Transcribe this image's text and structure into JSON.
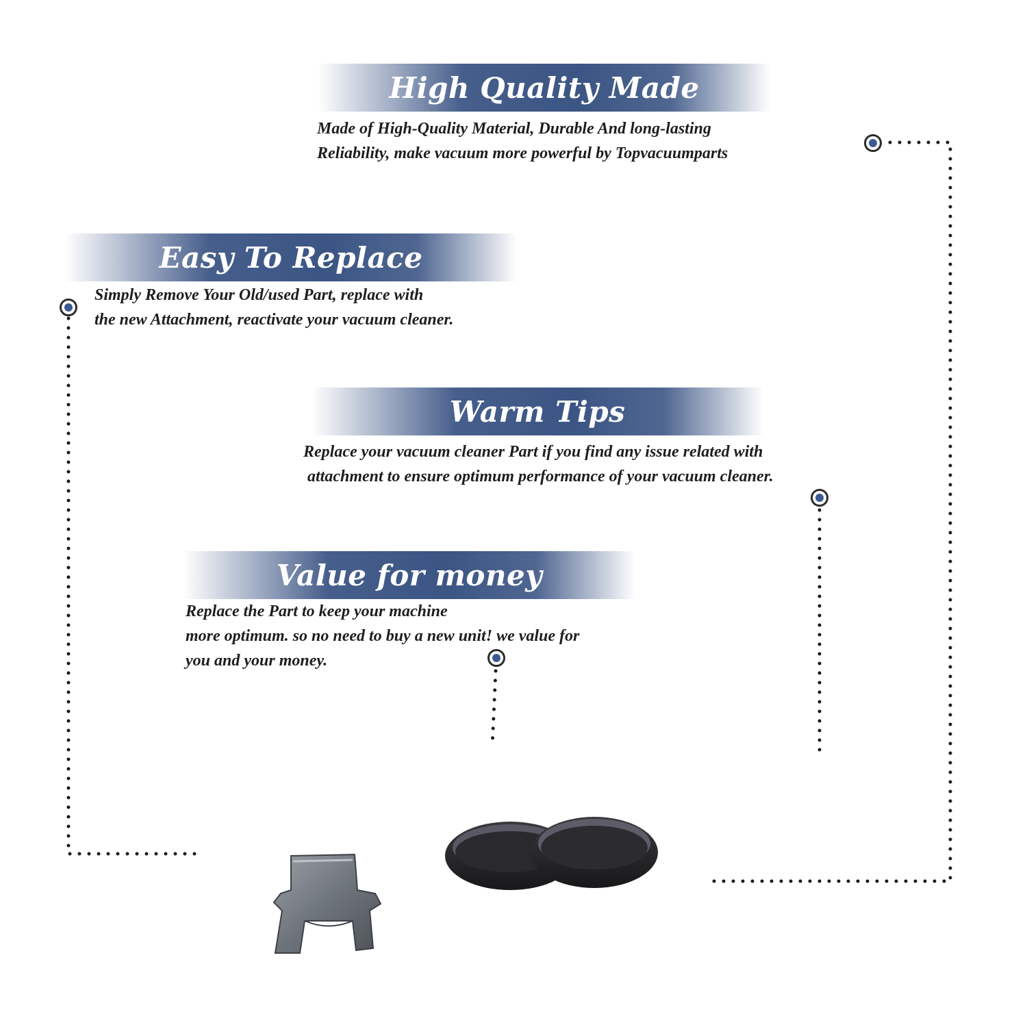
{
  "sections": [
    {
      "title": "High Quality Made",
      "lines": [
        "Made of  High-Quality Material, Durable And long-lasting",
        "Reliability, make vacuum more powerful by Topvacuumparts"
      ]
    },
    {
      "title": "Easy To Replace",
      "lines": [
        "Simply Remove Your Old/used Part, replace with",
        "the new Attachment, reactivate your vacuum cleaner."
      ]
    },
    {
      "title": "Warm Tips",
      "lines": [
        "Replace your vacuum cleaner Part if you find any issue related with",
        " attachment to ensure optimum performance of your vacuum cleaner."
      ]
    },
    {
      "title": "Value for money",
      "lines": [
        "Replace the Part to keep your machine",
        "more optimum. so no need to buy a new unit! we value for",
        "you and your money."
      ]
    }
  ],
  "colors": {
    "banner_blue": "#3b5584",
    "marker_blue": "#3b5a92",
    "text": "#1e1e1e"
  },
  "images": [
    "metal-clip",
    "drive-belt-pair"
  ]
}
